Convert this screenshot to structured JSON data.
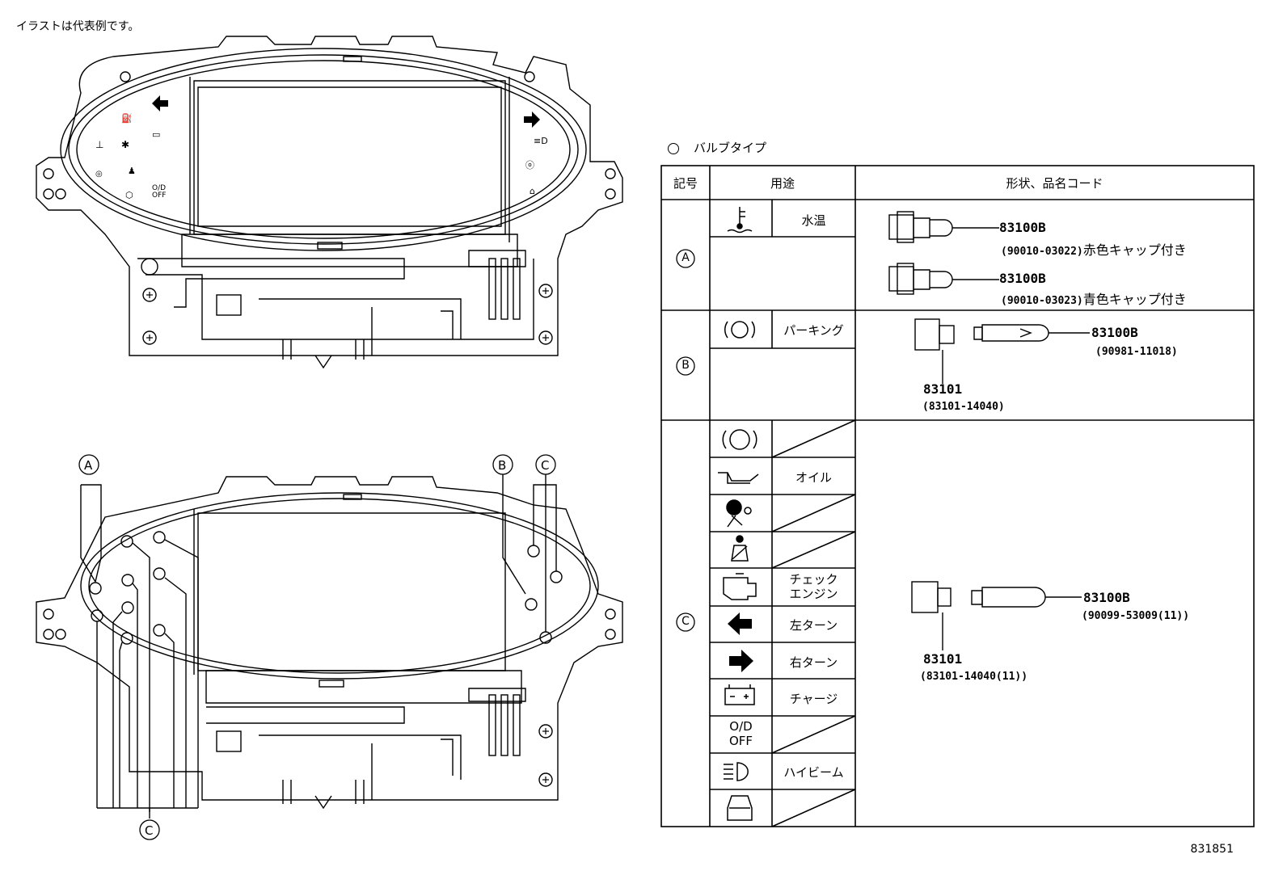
{
  "note": "イラストは代表例です。",
  "section_title": "バルブタイプ",
  "table": {
    "headers": [
      "記号",
      "用途",
      "形状、品名コード"
    ],
    "groups": [
      {
        "symbol": "A",
        "rows": [
          {
            "icon": "water-temp-icon",
            "label": "水温"
          }
        ],
        "parts": [
          {
            "code": "83100B",
            "sub": "(90010-03022)",
            "cap": "赤色キャップ付き"
          },
          {
            "code": "83100B",
            "sub": "(90010-03023)",
            "cap": "青色キャップ付き"
          }
        ]
      },
      {
        "symbol": "B",
        "rows": [
          {
            "icon": "parking-brake-icon",
            "label": "パーキング"
          }
        ],
        "parts": [
          {
            "code": "83100B",
            "sub": "(90981-11018)"
          },
          {
            "code": "83101",
            "sub": "(83101-14040)"
          }
        ]
      },
      {
        "symbol": "C",
        "rows": [
          {
            "icon": "abs-icon",
            "label": ""
          },
          {
            "icon": "oil-icon",
            "label": "オイル"
          },
          {
            "icon": "airbag-icon",
            "label": ""
          },
          {
            "icon": "seatbelt-icon",
            "label": ""
          },
          {
            "icon": "check-engine-icon",
            "label": "チェック\nエンジン"
          },
          {
            "icon": "left-turn-icon",
            "label": "左ターン"
          },
          {
            "icon": "right-turn-icon",
            "label": "右ターン"
          },
          {
            "icon": "charge-icon",
            "label": "チャージ"
          },
          {
            "icon": "od-off-icon",
            "label": ""
          },
          {
            "icon": "high-beam-icon",
            "label": "ハイビーム"
          },
          {
            "icon": "door-icon",
            "label": ""
          }
        ],
        "parts": [
          {
            "code": "83100B",
            "sub": "(90099-53009(11))"
          },
          {
            "code": "83101",
            "sub": "(83101-14040(11))"
          }
        ]
      }
    ]
  },
  "callouts": {
    "a": "A",
    "b": "B",
    "c": "C"
  },
  "od_text": {
    "line1": "O/D",
    "line2": "OFF"
  },
  "figure_number": "831851"
}
